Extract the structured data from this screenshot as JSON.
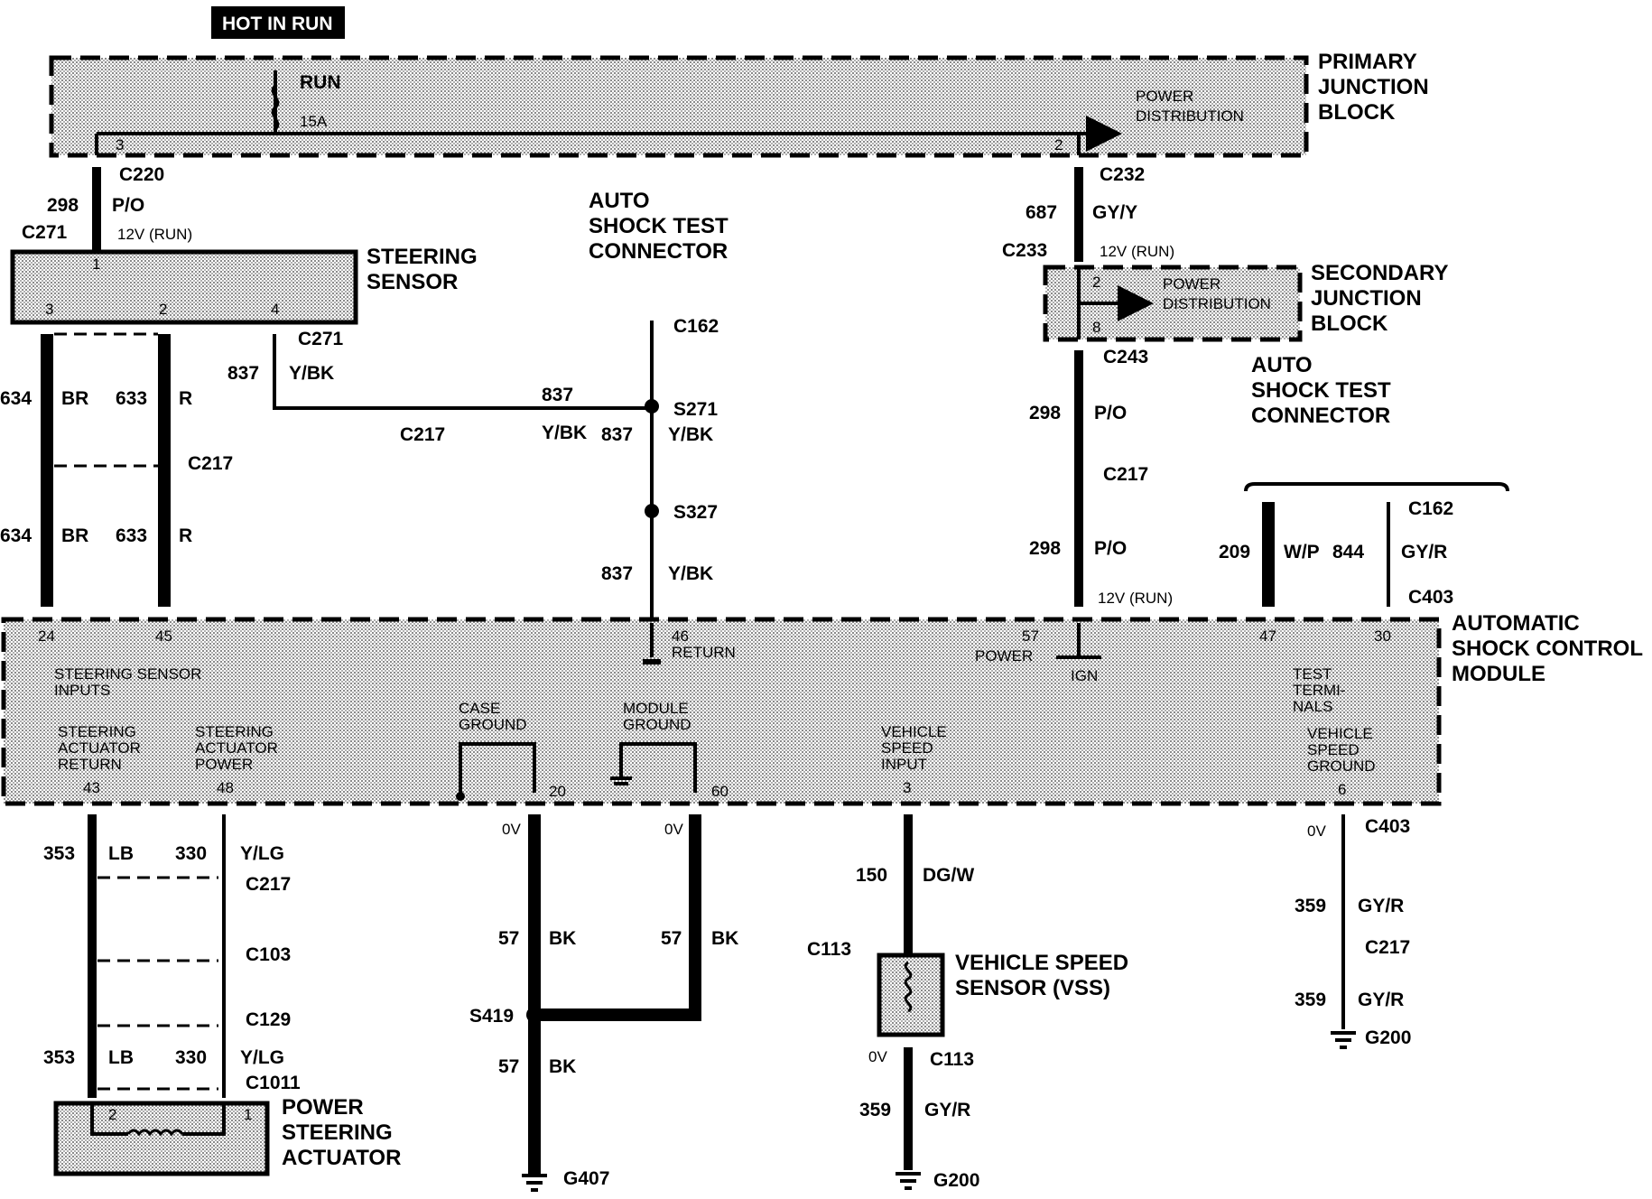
{
  "header": {
    "hot_in_run": "HOT IN RUN"
  },
  "primary_junction_block": {
    "title_lines": [
      "PRIMARY",
      "JUNCTION",
      "BLOCK"
    ],
    "run": "RUN",
    "fuse": "15A",
    "power_distribution": [
      "POWER",
      "DISTRIBUTION"
    ],
    "pin_left": "3",
    "pin_right": "2"
  },
  "left_feed": {
    "connector_top": "C220",
    "circuit": "298",
    "color": "P/O",
    "voltage": "12V (RUN)",
    "connector_bottom": "C271"
  },
  "steering_sensor": {
    "title_lines": [
      "STEERING",
      "SENSOR"
    ],
    "pin_top": "1",
    "pin_3": "3",
    "pin_2": "2",
    "pin_4": "4",
    "connector_out": "C271"
  },
  "sensor_wires": {
    "w634": "634",
    "c634": "BR",
    "w633": "633",
    "c633": "R",
    "inline_connector": "C217",
    "w837": "837",
    "c837": "Y/BK"
  },
  "auto_shock_test_connector_center": {
    "title_lines": [
      "AUTO",
      "SHOCK TEST",
      "CONNECTOR"
    ]
  },
  "center_run": {
    "c162": "C162",
    "s271": "S271",
    "s327": "S327",
    "c217": "C217",
    "w837": "837",
    "c837": "Y/BK"
  },
  "right_feed": {
    "c232": "C232",
    "w687": "687",
    "c687": "GY/Y",
    "voltage": "12V (RUN)",
    "c233": "C233",
    "c243": "C243",
    "w298": "298",
    "c298": "P/O",
    "c217": "C217",
    "voltage2": "12V (RUN)"
  },
  "secondary_junction_block": {
    "title_lines": [
      "SECONDARY",
      "JUNCTION",
      "BLOCK"
    ],
    "power_distribution": [
      "POWER",
      "DISTRIBUTION"
    ],
    "pin_2": "2",
    "pin_8": "8"
  },
  "auto_shock_test_connector_right": {
    "title_lines": [
      "AUTO",
      "SHOCK TEST",
      "CONNECTOR"
    ],
    "w209": "209",
    "c209": "W/P",
    "w844": "844",
    "c844": "GY/R",
    "c162": "C162",
    "c403": "C403"
  },
  "module": {
    "title_lines": [
      "AUTOMATIC",
      "SHOCK CONTROL",
      "MODULE"
    ],
    "pin_24": "24",
    "pin_45": "45",
    "steering_sensor_inputs": [
      "STEERING SENSOR",
      "INPUTS"
    ],
    "pin_46": "46",
    "return": "RETURN",
    "pin_57": "57",
    "power": "POWER",
    "ign": "IGN",
    "pin_47": "47",
    "pin_30": "30",
    "test_terminals": [
      "TEST",
      "TERMI-",
      "NALS"
    ],
    "steering_actuator_return": [
      "STEERING",
      "ACTUATOR",
      "RETURN"
    ],
    "pin_43": "43",
    "steering_actuator_power": [
      "STEERING",
      "ACTUATOR",
      "POWER"
    ],
    "pin_48": "48",
    "case_ground": [
      "CASE",
      "GROUND"
    ],
    "pin_20": "20",
    "module_ground": [
      "MODULE",
      "GROUND"
    ],
    "pin_60": "60",
    "vehicle_speed_input": [
      "VEHICLE",
      "SPEED",
      "INPUT"
    ],
    "pin_3": "3",
    "vehicle_speed_ground": [
      "VEHICLE",
      "SPEED",
      "GROUND"
    ],
    "pin_6": "6"
  },
  "actuator_wires": {
    "w353": "353",
    "c353": "LB",
    "w330": "330",
    "c330": "Y/LG",
    "c217": "C217",
    "c103": "C103",
    "c129": "C129",
    "c1011": "C1011"
  },
  "power_steering_actuator": {
    "title_lines": [
      "POWER",
      "STEERING",
      "ACTUATOR"
    ],
    "pin_2": "2",
    "pin_1": "1"
  },
  "ground_wires": {
    "ov": "0V",
    "w57": "57",
    "c57": "BK",
    "s419": "S419",
    "g407": "G407"
  },
  "vss": {
    "w150": "150",
    "c150": "DG/W",
    "c113_top": "C113",
    "title_lines": [
      "VEHICLE SPEED",
      "SENSOR (VSS)"
    ],
    "ov": "0V",
    "c113_bottom": "C113",
    "w359": "359",
    "c359": "GY/R",
    "g200": "G200"
  },
  "right_ground": {
    "ov": "0V",
    "c403": "C403",
    "w359": "359",
    "c359": "GY/R",
    "c217": "C217",
    "g200": "G200"
  }
}
